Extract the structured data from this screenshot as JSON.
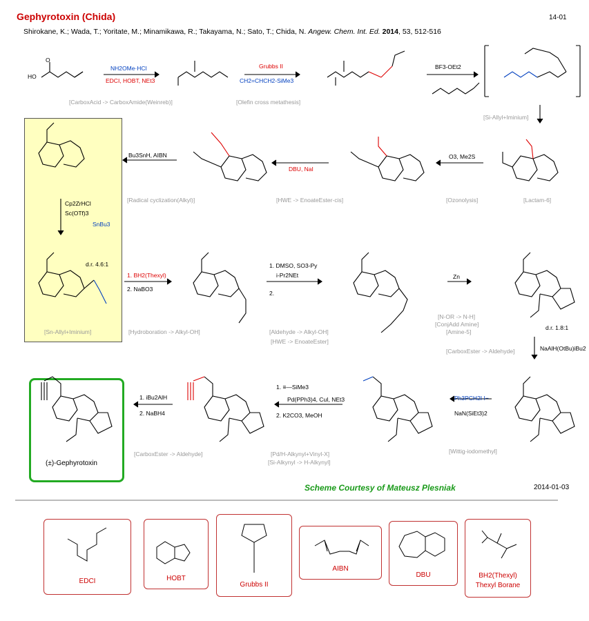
{
  "header": {
    "title": "Gephyrotoxin (Chida)",
    "page_number": "14-01",
    "authors": "Shirokane, K.; Wada, T.; Yoritate, M.; Minamikawa, R.; Takayama, N.; Sato, T.; Chida, N.",
    "journal": "Angew. Chem. Int. Ed.",
    "year": "2014",
    "volume_pages": ", 53, 512-516"
  },
  "row1": {
    "reagent1_top": "NH2OMe·HCl",
    "reagent1_bottom": "EDCI, HOBT, NEt3",
    "cap1": "[CarboxAcid -> CarboxAmide(Weinreb)]",
    "reagent2_top": "Grubbs II",
    "reagent2_bottom": "CH2=CHCH2-SiMe3",
    "cap2": "[Olefin cross metathesis]",
    "reagent3_top": "BF3-OEt2",
    "cap3": "[Si-Allyl+Iminium]"
  },
  "row2": {
    "cap_lactam": "[Lactam-6]",
    "reagent_ozon": "O3, Me2S",
    "cap_ozon": "[Ozonolysis]",
    "reagent_hwe": "DBU, NaI",
    "cap_hwe": "[HWE -> EnoateEster-cis]",
    "reagent_rad": "Bu3SnH, AIBN",
    "cap_rad": "[Radical cyclization(Alkyl)]"
  },
  "yellow": {
    "reagent_a": "Cp2ZrHCl",
    "reagent_b": "Sc(OTf)3",
    "reagent_c": "SnBu3",
    "dr": "d.r. 4.6:1",
    "cap": "[Sn-Allyl+Iminium]"
  },
  "row3": {
    "hb1": "1. BH2(Thexyl)",
    "hb2": "2. NaBO3",
    "cap_hb": "[Hydroboration -> Alkyl-OH]",
    "sw1": "1. DMSO, SO3-Py",
    "sw2": "i-Pr2NEt",
    "sw3": "2.",
    "cap_sw1": "[Aldehyde -> Alkyl-OH]",
    "cap_sw2": "[HWE -> EnoateEster]",
    "zn": "Zn",
    "cap_zn1": "[N-OR -> N-H]",
    "cap_zn2": "[ConjAdd Amine]",
    "cap_zn3": "[Amine-5]",
    "dr": "d.r. 1.8:1"
  },
  "row4": {
    "reduce": "NaAlH(OtBu)iBu2",
    "cap_reduce": "[CarboxEster -> Aldehyde]",
    "wittig1": "Ph3PCH2I I−",
    "wittig2": "NaN(SiEt3)2",
    "cap_wittig": "[Wittig-iodomethyl]",
    "sono1": "1. ≡—SiMe3",
    "sono2": "Pd(PPh3)4, CuI, NEt3",
    "sono3": "2. K2CO3, MeOH",
    "cap_sono1": "[Pd/H-Alkynyl+Vinyl-X]",
    "cap_sono2": "[Si-Alkynyl -> H-Alkynyl]",
    "dibal1": "1. iBu2AlH",
    "dibal2": "2. NaBH4",
    "cap_dibal": "[CarboxEster -> Aldehyde]",
    "product": "(±)-Gephyrotoxin"
  },
  "footer": {
    "courtesy": "Scheme Courtesy of Mateusz Plesniak",
    "date": "2014-01-03"
  },
  "reagents": [
    {
      "name": "EDCI"
    },
    {
      "name": "HOBT"
    },
    {
      "name": "Grubbs II"
    },
    {
      "name": "AIBN"
    },
    {
      "name": "DBU"
    },
    {
      "name": "BH2(Thexyl)",
      "alt": "Thexyl Borane"
    }
  ],
  "colors": {
    "red": "#dd0000",
    "blue": "#003fbf",
    "green": "#22aa22",
    "highlight": "#ffffc0"
  }
}
